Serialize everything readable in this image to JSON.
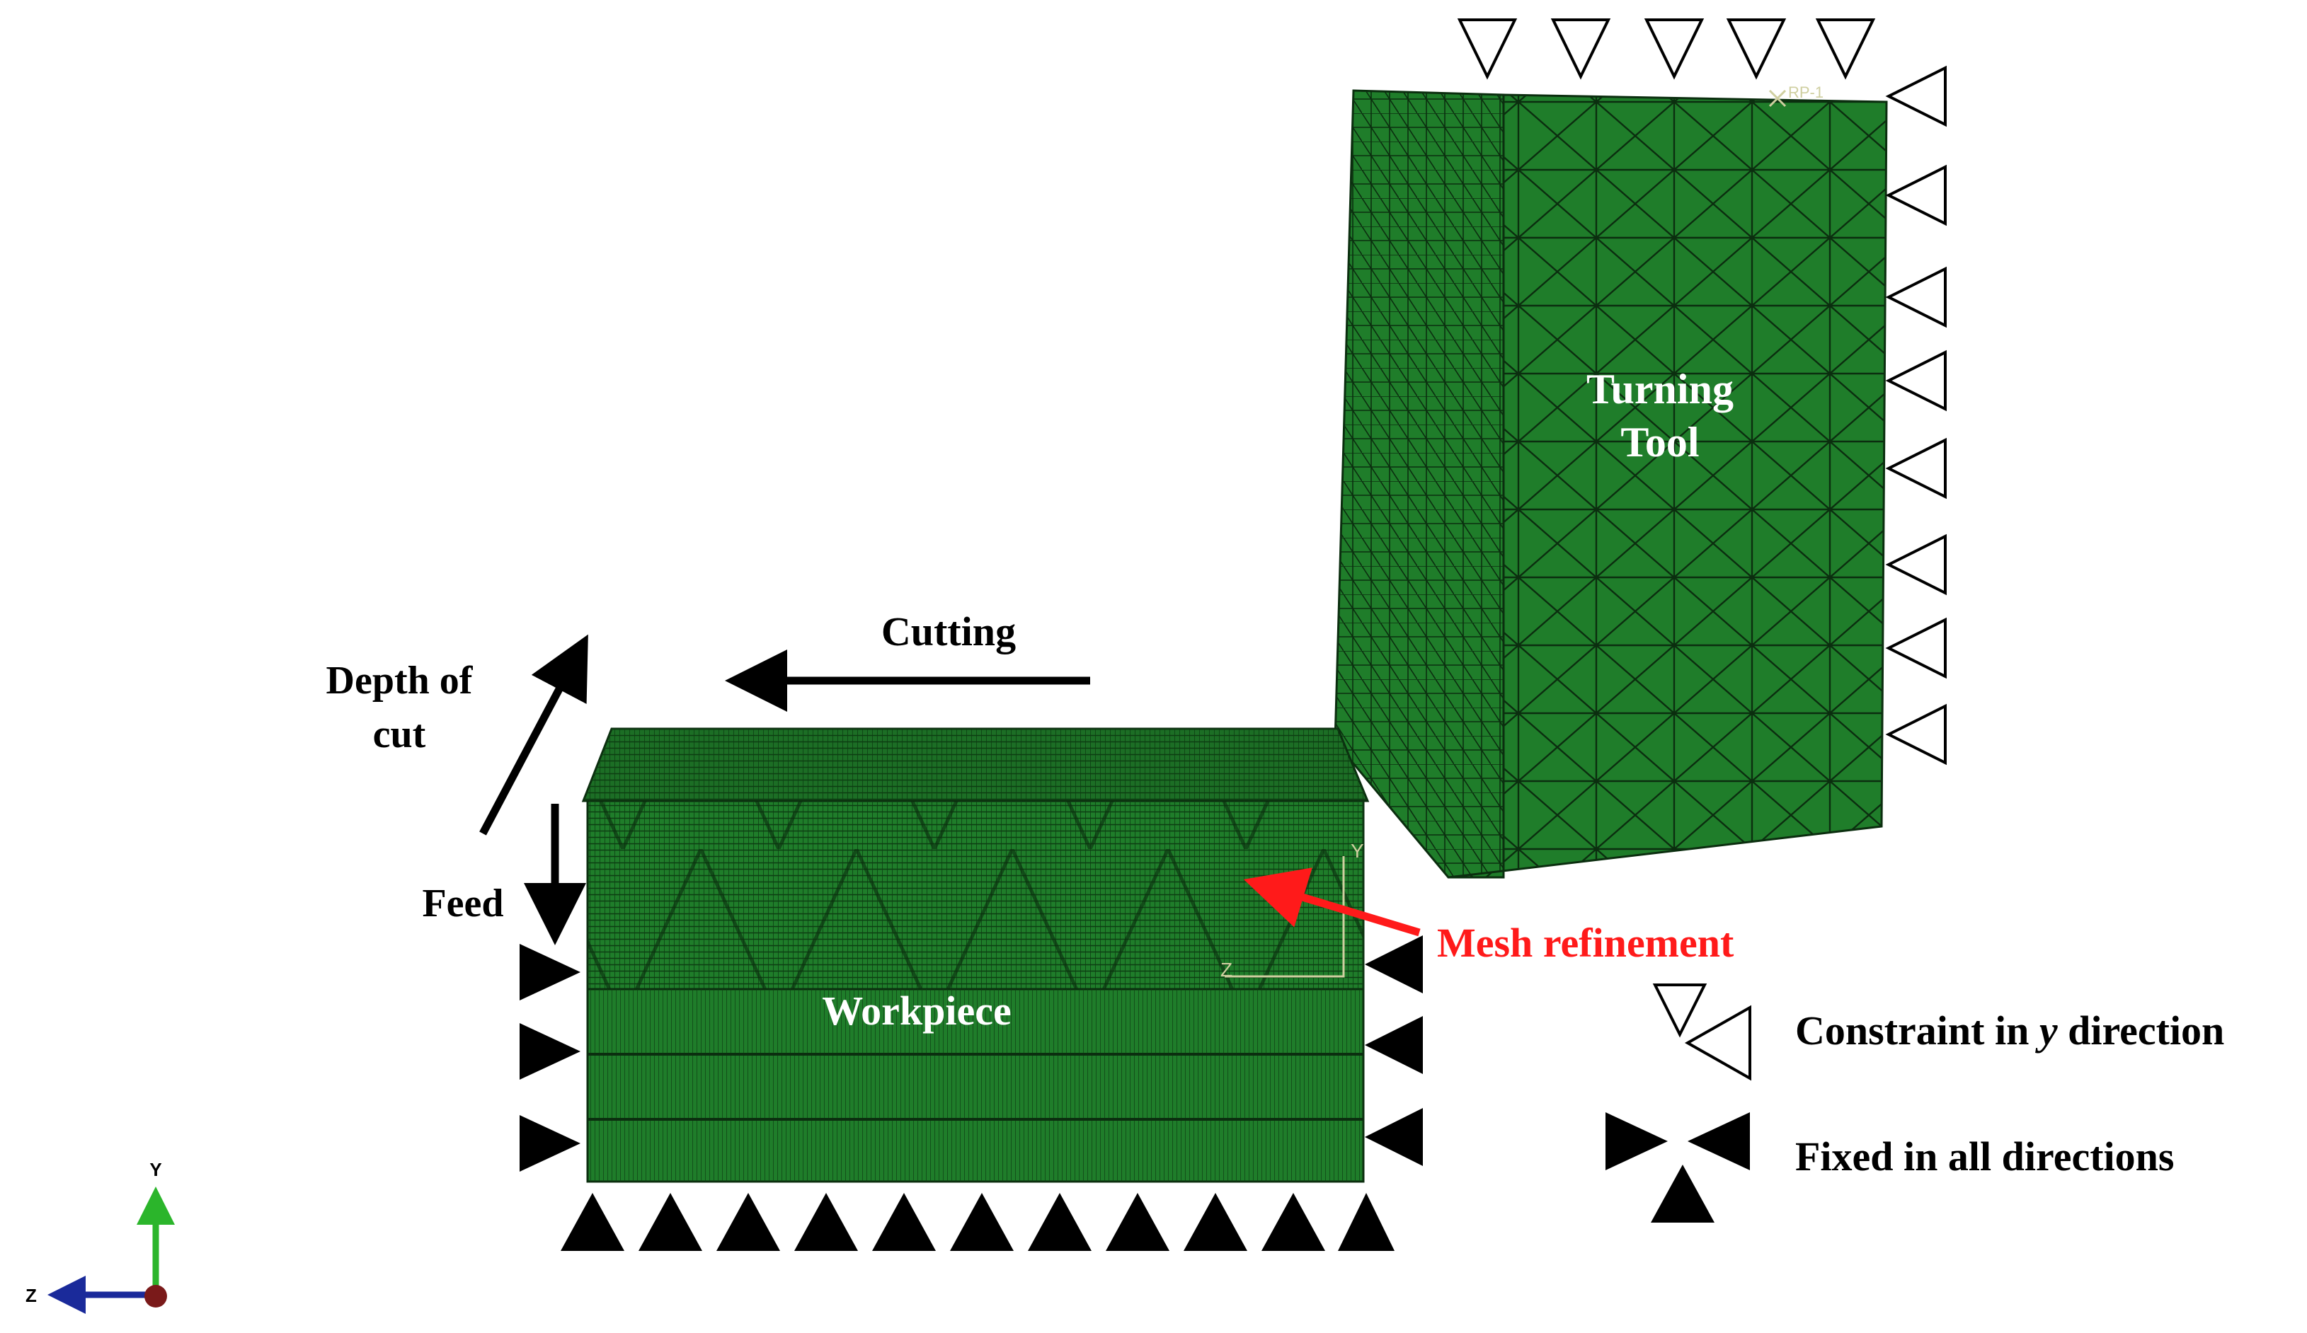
{
  "colors": {
    "mesh_fill": "#1f7d2a",
    "mesh_dark": "#0f4a16",
    "mesh_line": "#0b2e0f",
    "refinement": "#ff1a1a",
    "ink": "#000000",
    "triad_y": "#2bb52b",
    "triad_z": "#1a2a9a",
    "triad_origin": "#7a1a1a"
  },
  "labels": {
    "turning_tool_line1": "Turning",
    "turning_tool_line2": "Tool",
    "workpiece": "Workpiece",
    "cutting": "Cutting",
    "depth_of_cut_line1": "Depth of",
    "depth_of_cut_line2": "cut",
    "feed": "Feed",
    "mesh_refinement": "Mesh refinement",
    "rp_marker": "RP-1",
    "local_axis_y": "Y",
    "local_axis_z": "Z"
  },
  "legend": {
    "constraint_y_prefix": "Constraint in ",
    "constraint_y_var": "y",
    "constraint_y_suffix": " direction",
    "fixed_all": "Fixed  in all directions"
  },
  "triad": {
    "y_label": "Y",
    "z_label": "Z"
  },
  "icons": {
    "constraint_y": "open-triangle-icon",
    "fixed_all": "filled-triangle-icon",
    "global_triad": "axis-triad-icon"
  }
}
